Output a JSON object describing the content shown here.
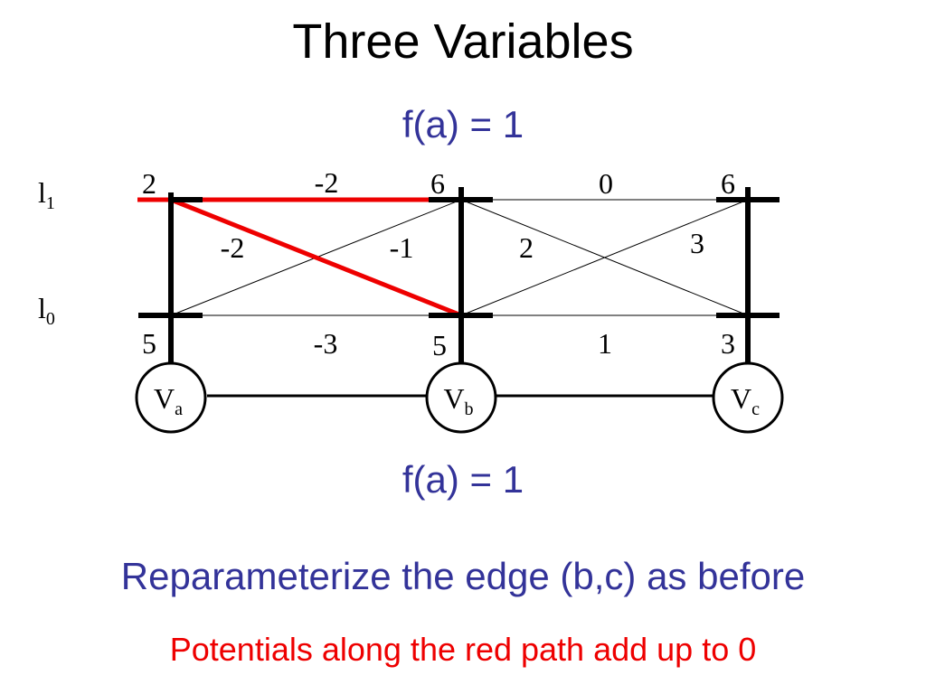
{
  "title": "Three Variables",
  "f_top": "f(a) = 1",
  "f_bottom": "f(a) = 1",
  "note_primary": "Reparameterize the edge (b,c) as before",
  "note_secondary": "Potentials along the red path add up to 0",
  "colors": {
    "title": "#000000",
    "accent_blue": "#333399",
    "path_red": "#ee0000",
    "ink": "#000000"
  },
  "labels": {
    "l1": {
      "base": "l",
      "sub": "1"
    },
    "l0": {
      "base": "l",
      "sub": "0"
    }
  },
  "variables": [
    {
      "base": "V",
      "sub": "a"
    },
    {
      "base": "V",
      "sub": "b"
    },
    {
      "base": "V",
      "sub": "c"
    }
  ],
  "unary_potentials": {
    "a": {
      "l1": "2",
      "l0": "5"
    },
    "b": {
      "l1": "6",
      "l0": "5"
    },
    "c": {
      "l1": "6",
      "l0": "3"
    }
  },
  "pairwise_potentials": {
    "ab": {
      "l1_l1": "-2",
      "l1_l0": "-2",
      "l0_l1": "-1",
      "l0_l0": "-3"
    },
    "bc": {
      "l1_l1": "0",
      "l1_l0": "2",
      "l0_l1": "3",
      "l0_l0": "1"
    }
  },
  "red_path": [
    "a:l1",
    "b:l1",
    "a:l1",
    "b:l0"
  ]
}
